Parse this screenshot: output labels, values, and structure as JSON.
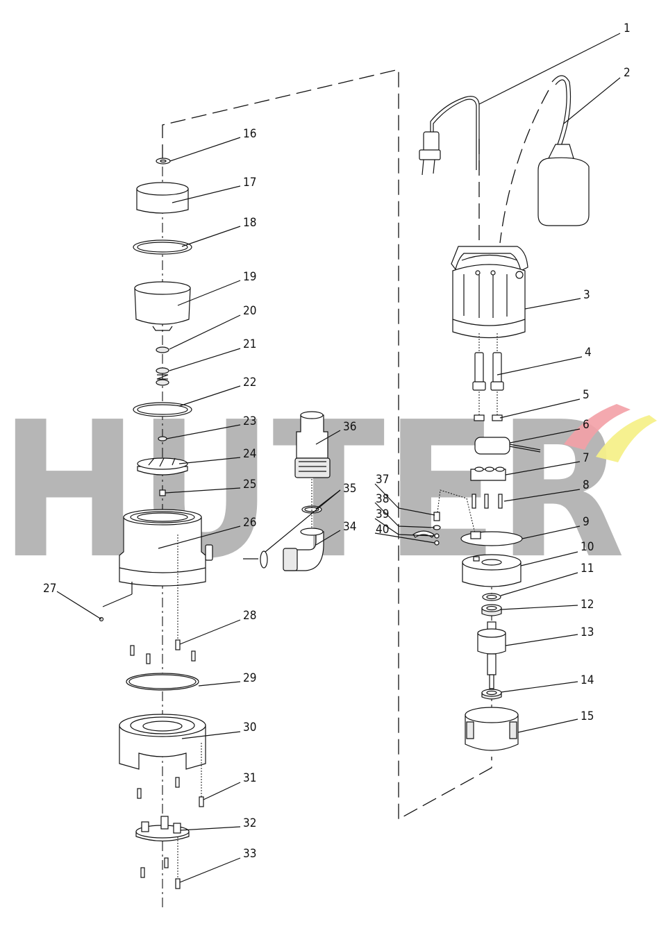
{
  "watermark": {
    "text": "HUTER",
    "text_color": "#9a9a9a",
    "accent_colors": [
      "#f3a0a6",
      "#f6f08a"
    ]
  },
  "part_numbers": [
    "1",
    "2",
    "3",
    "4",
    "5",
    "6",
    "7",
    "8",
    "9",
    "10",
    "11",
    "12",
    "13",
    "14",
    "15",
    "16",
    "17",
    "18",
    "19",
    "20",
    "21",
    "22",
    "23",
    "24",
    "25",
    "26",
    "27",
    "28",
    "29",
    "30",
    "31",
    "32",
    "33",
    "34",
    "35",
    "36",
    "37",
    "38",
    "39",
    "40"
  ]
}
